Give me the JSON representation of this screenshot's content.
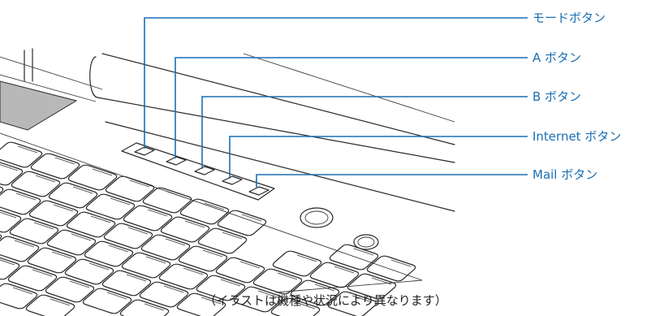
{
  "callouts": [
    {
      "id": "mode",
      "label": "モードボタン"
    },
    {
      "id": "a",
      "label": "A ボタン"
    },
    {
      "id": "b",
      "label": "B ボタン"
    },
    {
      "id": "internet",
      "label": "Internet ボタン"
    },
    {
      "id": "mail",
      "label": "Mail ボタン"
    }
  ],
  "caption": "（イラストは機種や状況により異なります）",
  "colors": {
    "leader": "#1a6fb3",
    "label": "#1a6fb3",
    "lineart": "#2a2a2a",
    "trackpad": "#b8b8b8"
  }
}
